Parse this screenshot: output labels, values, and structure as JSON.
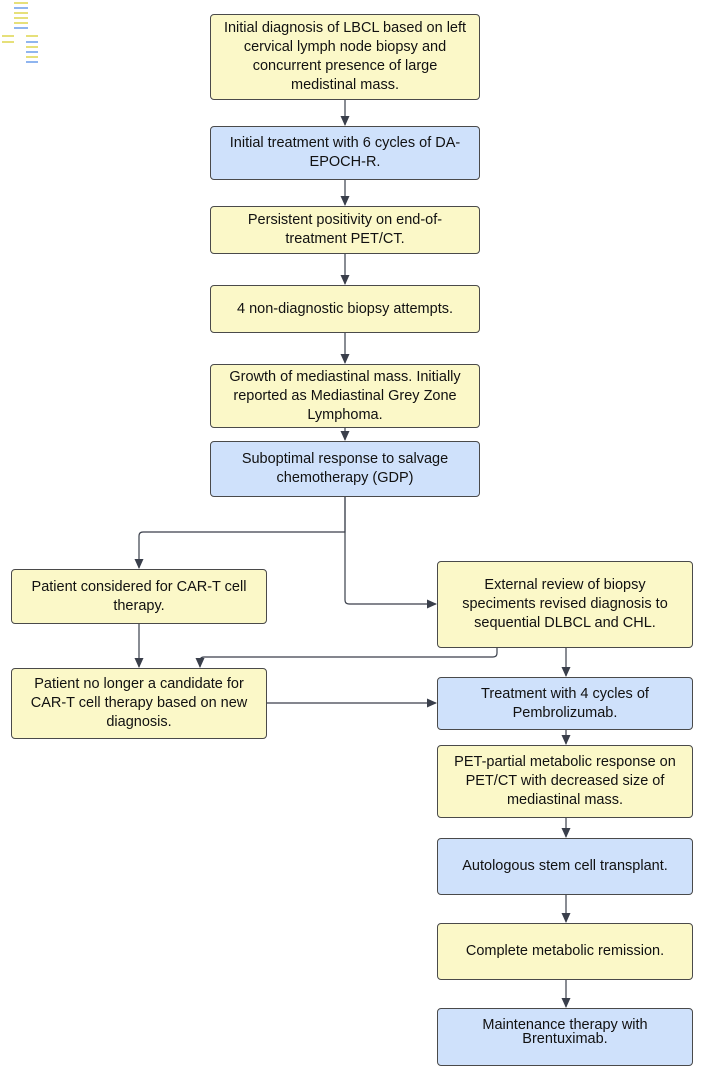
{
  "nodes": {
    "n1": {
      "text": "Initial diagnosis of LBCL based on left cervical lymph node biopsy and concurrent presence of large medistinal mass.",
      "color": "#fbf8c8"
    },
    "n2": {
      "text": "Initial treatment with 6 cycles of DA-EPOCH-R.",
      "color": "#cfe1fb"
    },
    "n3": {
      "text": "Persistent positivity on end-of-treatment PET/CT.",
      "color": "#fbf8c8"
    },
    "n4": {
      "text": "4 non-diagnostic biopsy attempts.",
      "color": "#fbf8c8"
    },
    "n5": {
      "text": "Growth of mediastinal mass. Initially reported as Mediastinal Grey Zone Lymphoma.",
      "color": "#fbf8c8"
    },
    "n6": {
      "text": "Suboptimal response to salvage chemotherapy (GDP)",
      "color": "#cfe1fb"
    },
    "n7": {
      "text": "Patient considered for CAR-T cell therapy.",
      "color": "#fbf8c8"
    },
    "n8": {
      "text": "External review of biopsy speciments revised diagnosis to sequential DLBCL and CHL.",
      "color": "#fbf8c8"
    },
    "n9": {
      "text": "Patient no longer a candidate for CAR-T cell therapy based on new diagnosis.",
      "color": "#fbf8c8"
    },
    "n10": {
      "text": "Treatment with 4 cycles of Pembrolizumab.",
      "color": "#cfe1fb"
    },
    "n11": {
      "text": "PET-partial metabolic response on PET/CT with decreased size of mediastinal mass.",
      "color": "#fbf8c8"
    },
    "n12": {
      "text": "Autologous stem cell transplant.",
      "color": "#cfe1fb"
    },
    "n13": {
      "text": "Complete metabolic remission.",
      "color": "#fbf8c8"
    },
    "n14": {
      "text": "Maintenance therapy with Brentuximab.",
      "color": "#cfe1fb"
    }
  },
  "edges": [
    [
      "n1",
      "n2"
    ],
    [
      "n2",
      "n3"
    ],
    [
      "n3",
      "n4"
    ],
    [
      "n4",
      "n5"
    ],
    [
      "n5",
      "n6"
    ],
    [
      "n6",
      "n7"
    ],
    [
      "n6",
      "n8"
    ],
    [
      "n7",
      "n9"
    ],
    [
      "n8",
      "n9"
    ],
    [
      "n8",
      "n10"
    ],
    [
      "n9",
      "n10"
    ],
    [
      "n10",
      "n11"
    ],
    [
      "n11",
      "n12"
    ],
    [
      "n12",
      "n13"
    ],
    [
      "n13",
      "n14"
    ]
  ],
  "colors": {
    "yellow_fill": "#fbf8c8",
    "blue_fill": "#cfe1fb",
    "arrow": "#3a3f4b"
  }
}
